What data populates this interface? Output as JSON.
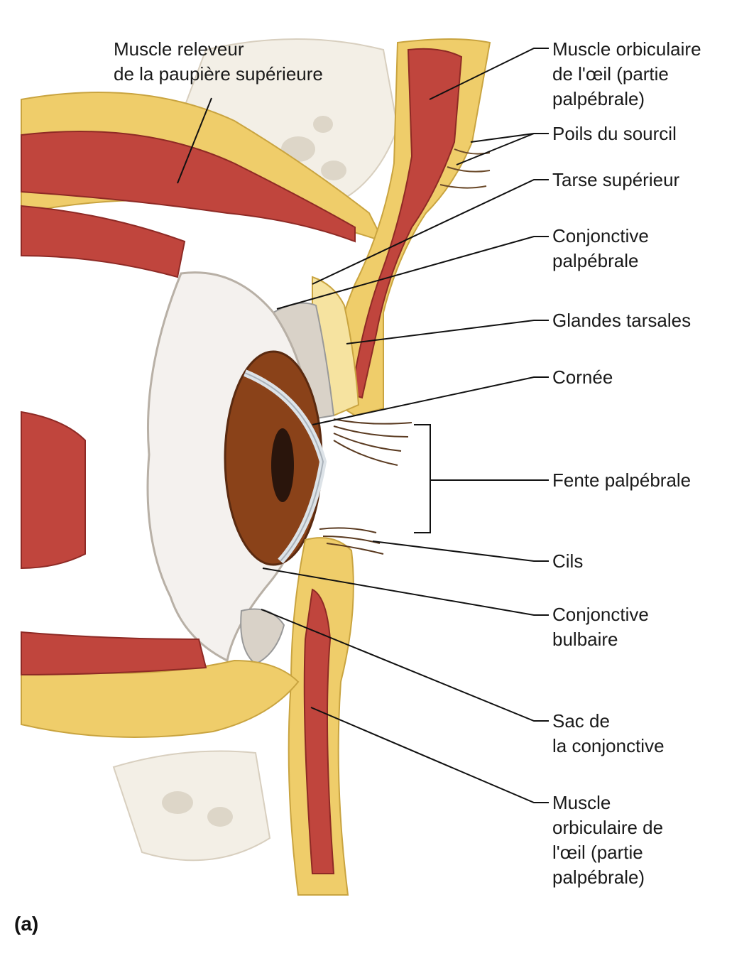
{
  "colors": {
    "fat": "#efcd6a",
    "fat_light": "#f6e3a0",
    "muscle": "#c0453d",
    "muscle_dark": "#8e2a25",
    "sclera": "#f4f1ee",
    "iris": "#8a4219",
    "pupil": "#2a150c",
    "bone": "#f3efe6",
    "bone_hole": "#ddd6c8",
    "line": "#111111"
  },
  "labels": {
    "levator": [
      "Muscle releveur",
      "de la paupière supérieure"
    ],
    "orbicularis_upper": [
      "Muscle orbiculaire",
      "de l'œil (partie",
      "palpébrale)"
    ],
    "eyebrow_hairs": [
      "Poils du sourcil"
    ],
    "superior_tarsus": [
      "Tarse supérieur"
    ],
    "palpebral_conjunctiva": [
      "Conjonctive",
      "palpébrale"
    ],
    "tarsal_glands": [
      "Glandes tarsales"
    ],
    "cornea": [
      "Cornée"
    ],
    "palpebral_fissure": [
      "Fente palpébrale"
    ],
    "eyelashes": [
      "Cils"
    ],
    "bulbar_conjunctiva": [
      "Conjonctive",
      "bulbaire"
    ],
    "conjunctival_sac": [
      "Sac de",
      "la conjonctive"
    ],
    "orbicularis_lower": [
      "Muscle",
      "orbiculaire de",
      "l'œil (partie",
      "palpébrale)"
    ]
  },
  "panel_label": "(a)"
}
